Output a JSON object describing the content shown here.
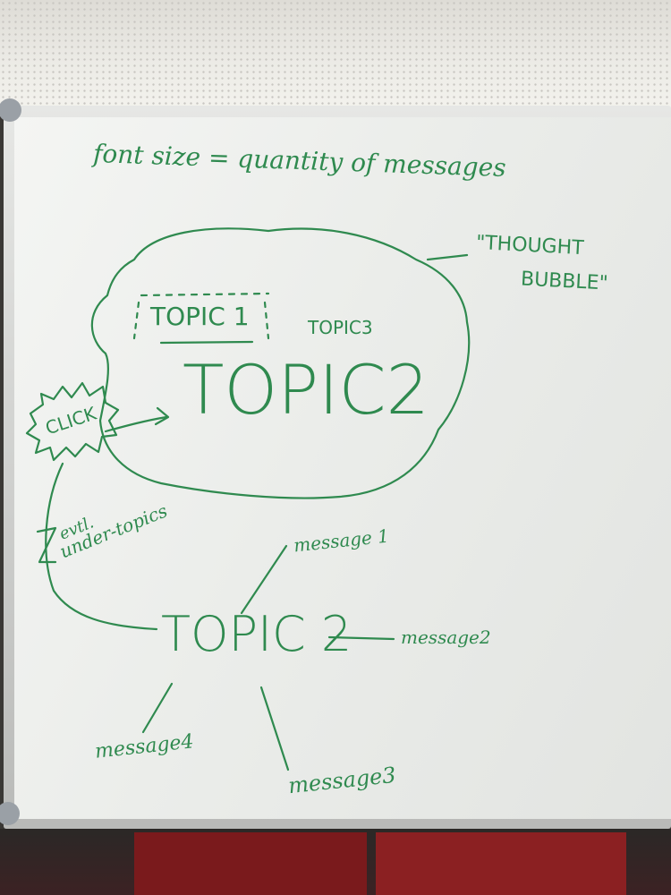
{
  "whiteboard": {
    "heading": "font size = quantity of messages",
    "thought_bubble_label_line1": "\"THOUGHT",
    "thought_bubble_label_line2": "BUBBLE\"",
    "bubble_topics": {
      "topic1": "TOPIC 1",
      "topic3": "TOPIC3",
      "topic2_large": "TOPIC2"
    },
    "click_burst": "CLICK",
    "side_note_line1": "evtl.",
    "side_note_line2": "under-topics",
    "bottom_topic": "TOPIC 2",
    "messages": [
      "message 1",
      "message2",
      "message3",
      "message4"
    ],
    "ink_color": "#2f8a4f"
  }
}
